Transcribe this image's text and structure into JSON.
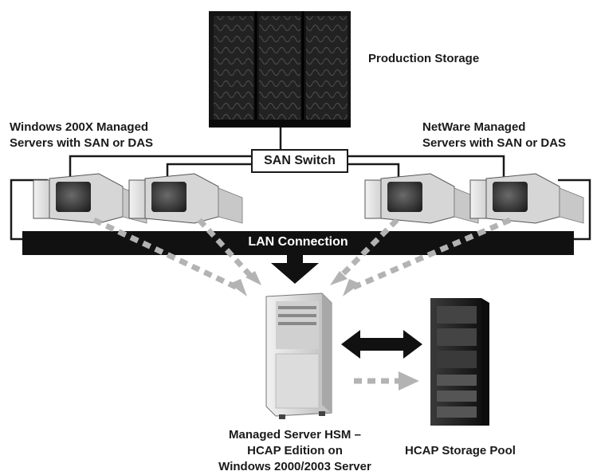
{
  "labels": {
    "production_storage": "Production Storage",
    "windows_line1": "Windows 200X Managed",
    "windows_line2": "Servers with SAN or DAS",
    "netware_line1": "NetWare Managed",
    "netware_line2": "Servers with SAN or DAS",
    "san_switch": "SAN Switch",
    "lan_connection": "LAN Connection",
    "hsm_line1": "Managed Server HSM –",
    "hsm_line2": "HCAP Edition on",
    "hsm_line3": "Windows 2000/2003 Server",
    "storage_pool": "HCAP Storage Pool"
  },
  "colors": {
    "cable": "#1a1a1a",
    "lan_bar": "#111111",
    "dashed_arrow": "#b3b3b3",
    "rack": "#2a2a2a",
    "server": "#e6e6e6"
  }
}
